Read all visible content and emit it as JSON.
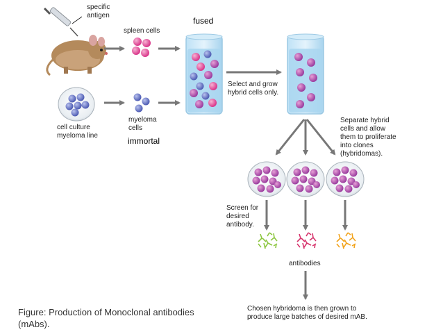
{
  "labels": {
    "specific_antigen_1": "specific",
    "specific_antigen_2": "antigen",
    "spleen_cells": "spleen cells",
    "fused": "fused",
    "cell_culture_1": "cell culture",
    "cell_culture_2": "myeloma line",
    "myeloma_cells_1": "myeloma",
    "myeloma_cells_2": "cells",
    "immortal": "immortal",
    "select_grow_1": "Select and grow",
    "select_grow_2": "hybrid cells only.",
    "separate_1": "Separate hybrid",
    "separate_2": "cells and allow",
    "separate_3": "them to proliferate",
    "separate_4": "into clones",
    "separate_5": "(hybridomas).",
    "screen_1": "Screen for",
    "screen_2": "desired",
    "screen_3": "antibody.",
    "antibodies": "antibodies",
    "chosen_1": "Chosen hybridoma is then grown to",
    "chosen_2": "produce large batches of desired mAB."
  },
  "caption": {
    "line1": "Figure: Production of Monoclonal antibodies",
    "line2": "(mAbs)."
  },
  "colors": {
    "spleen_cell": "#e0559a",
    "myeloma_cell": "#6b78c6",
    "tube_liquid": "#a9d6f0",
    "arrow": "#777777",
    "mouse": "#b0885a",
    "antibody_green": "#8cc63f",
    "antibody_red": "#d6336c",
    "antibody_orange": "#f2a31b"
  }
}
